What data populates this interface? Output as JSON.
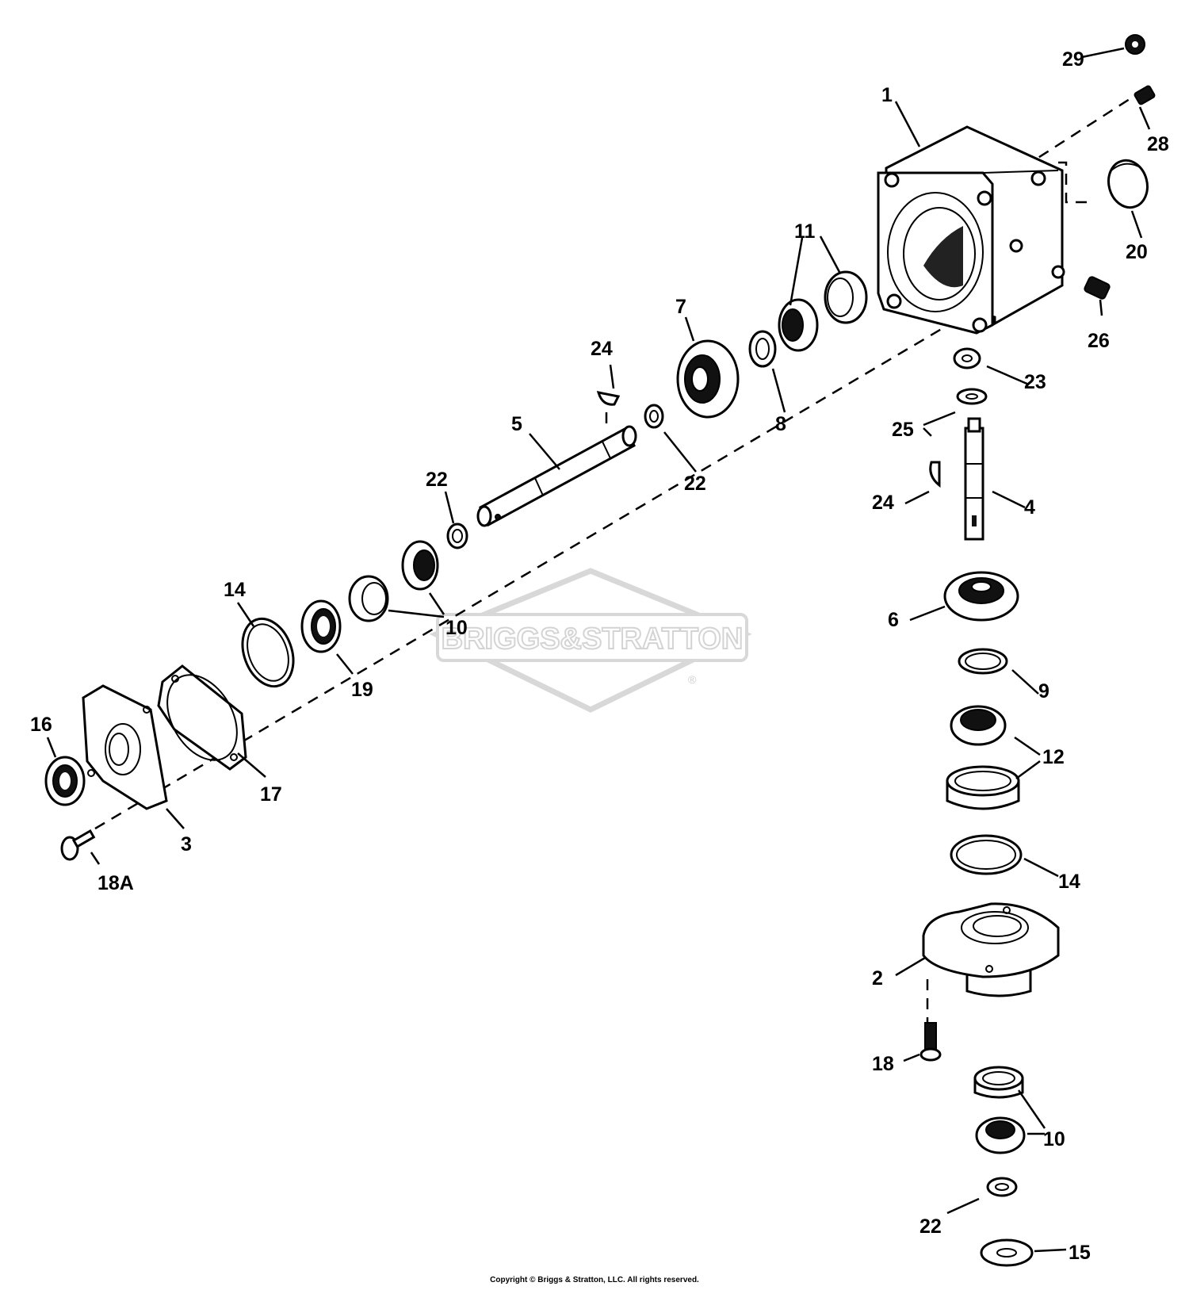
{
  "watermark": {
    "text": "BRIGGS&STRATTON",
    "mark": "®"
  },
  "copyright": "Copyright © Briggs & Stratton, LLC. All rights reserved.",
  "callouts": {
    "c29": "29",
    "c28": "28",
    "c1": "1",
    "c20": "20",
    "c26": "26",
    "c11": "11",
    "c7": "7",
    "c8": "8",
    "c23": "23",
    "c25": "25",
    "c24a": "24",
    "c24b": "24",
    "c5": "5",
    "c22a": "22",
    "c22b": "22",
    "c4": "4",
    "c6": "6",
    "c10a": "10",
    "c14a": "14",
    "c19": "19",
    "c9": "9",
    "c12": "12",
    "c16": "16",
    "c17": "17",
    "c3": "3",
    "c18a": "18A",
    "c14b": "14",
    "c2": "2",
    "c18": "18",
    "c10b": "10",
    "c22c": "22",
    "c15": "15"
  }
}
